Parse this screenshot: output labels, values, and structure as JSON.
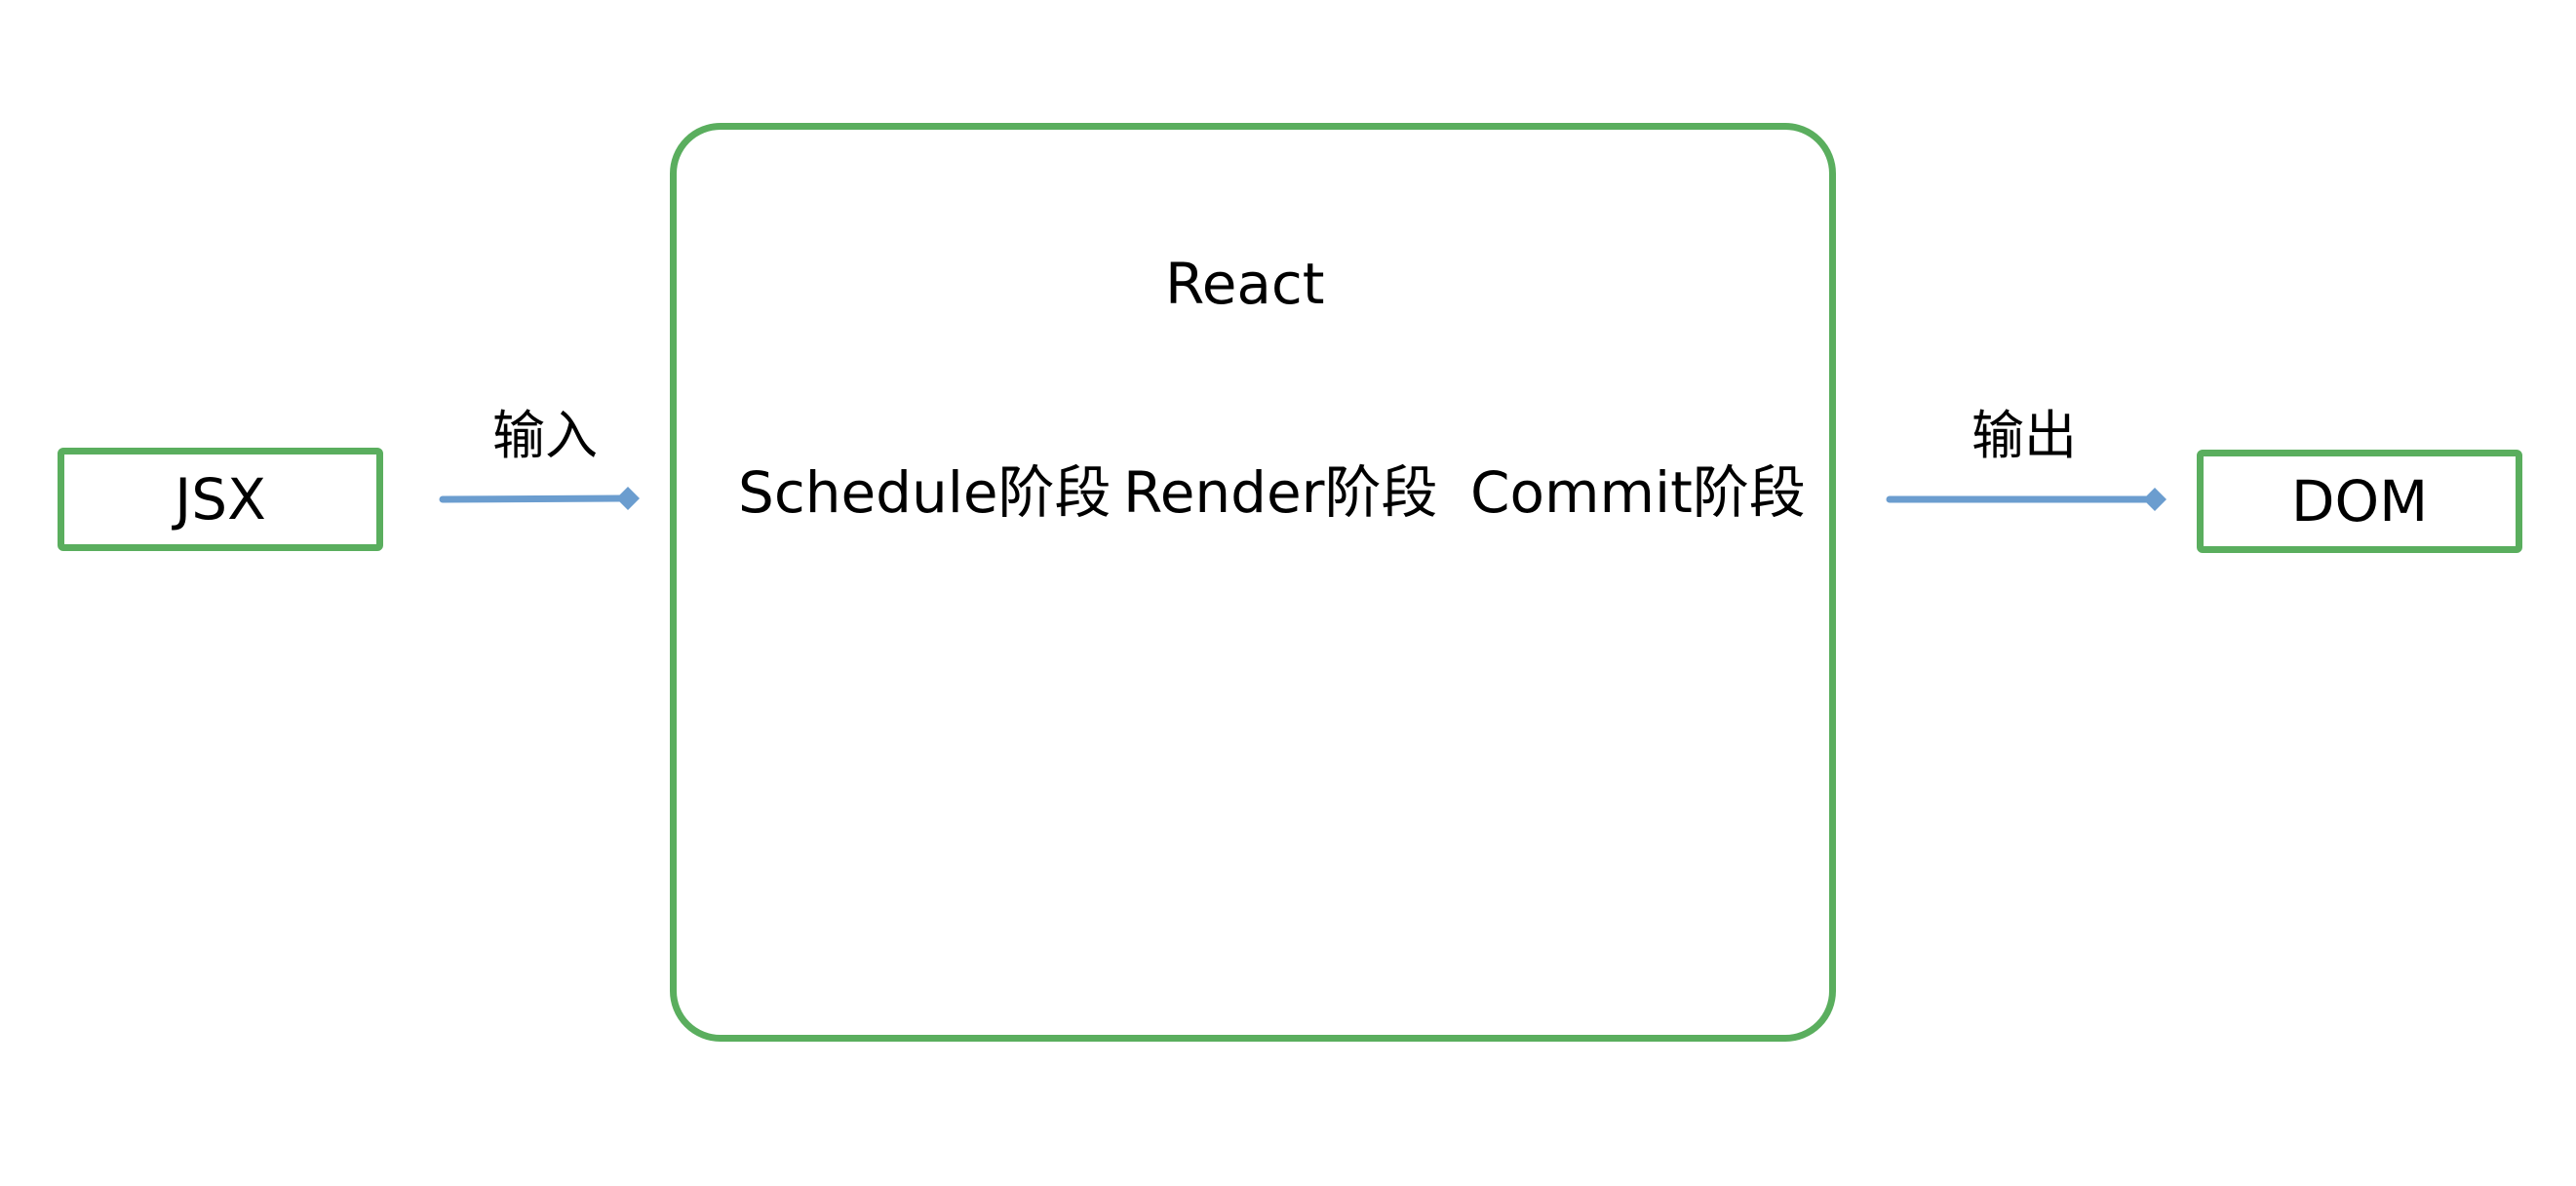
{
  "diagram": {
    "input_node": {
      "label": "JSX"
    },
    "output_node": {
      "label": "DOM"
    },
    "container": {
      "title": "React",
      "stages": [
        {
          "label": "Schedule阶段"
        },
        {
          "label": "Render阶段"
        },
        {
          "label": "Commit阶段"
        }
      ]
    },
    "edges": [
      {
        "from": "JSX",
        "to": "React",
        "label": "输入"
      },
      {
        "from": "React",
        "to": "DOM",
        "label": "输出"
      }
    ]
  },
  "colors": {
    "box_border": "#5aae5e",
    "arrow": "#6b9dcf",
    "text": "#000000",
    "background": "#ffffff"
  }
}
